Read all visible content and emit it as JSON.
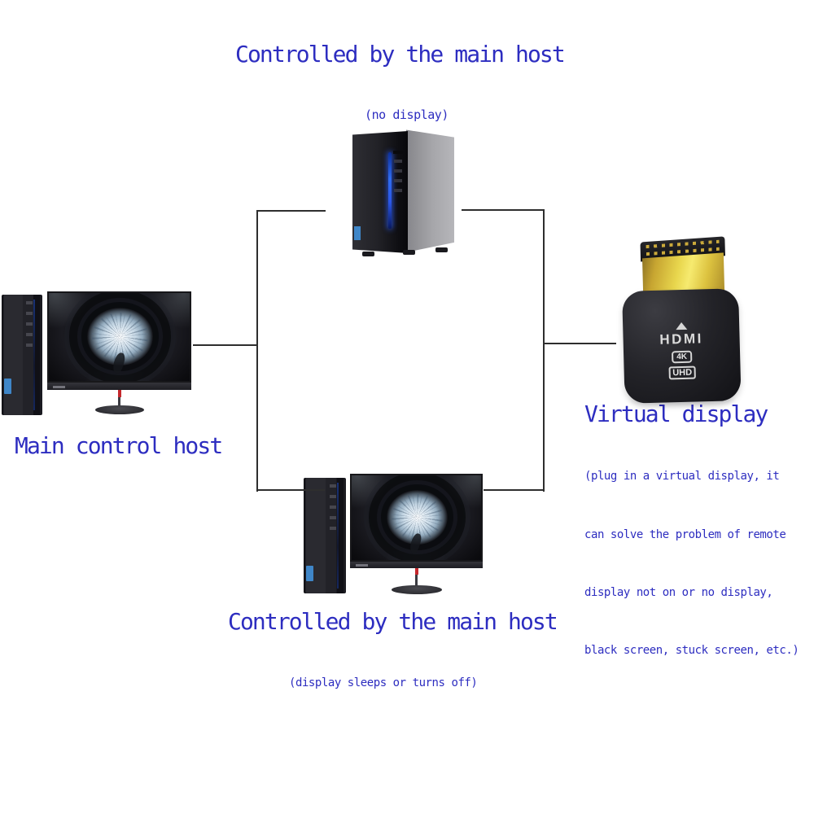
{
  "colors": {
    "text_blue": "#2d2dc0",
    "line": "#2e2e2e",
    "led_blue": "#2f6cf0",
    "badge_blue": "#3f86c8",
    "connector_gold": "#e8d64d",
    "stand_red": "#c5282d"
  },
  "top": {
    "title": "Controlled by the main host",
    "caption": "(no display)"
  },
  "left_host": {
    "label": "Main control host"
  },
  "bottom_host": {
    "title": "Controlled by the main host",
    "caption": "(display sleeps or turns off)"
  },
  "adapter": {
    "title": "Virtual display",
    "logo_text": "HDMI",
    "badge_top": "4K",
    "badge_bottom": "UHD",
    "note_lines": [
      "(plug in a virtual display, it",
      "can solve the problem of remote",
      "display not on or no display,",
      "black screen, stuck screen, etc.)"
    ]
  }
}
